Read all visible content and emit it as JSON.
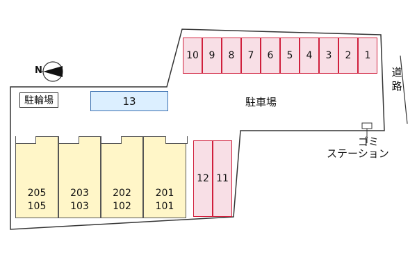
{
  "map": {
    "compass_letter": "N",
    "bike_parking_label": "駐輪場",
    "car_parking_label": "駐車場",
    "road_label": [
      "道",
      "路"
    ],
    "garbage_label_line1": "ゴミ",
    "garbage_label_line2": "ステーション",
    "top_slots": [
      "10",
      "9",
      "8",
      "7",
      "6",
      "5",
      "4",
      "3",
      "2",
      "1"
    ],
    "bike_slot": "13",
    "side_slots": [
      "12",
      "11"
    ],
    "units": [
      {
        "upper": "205",
        "lower": "105"
      },
      {
        "upper": "203",
        "lower": "103"
      },
      {
        "upper": "202",
        "lower": "102"
      },
      {
        "upper": "201",
        "lower": "101"
      }
    ],
    "colors": {
      "slot_border": "#d01f3c",
      "slot_fill": "#f8dfe6",
      "unit_fill": "#fff6c8",
      "bike_slot_fill": "#dcefff",
      "bike_slot_border": "#3a6fb0"
    }
  }
}
